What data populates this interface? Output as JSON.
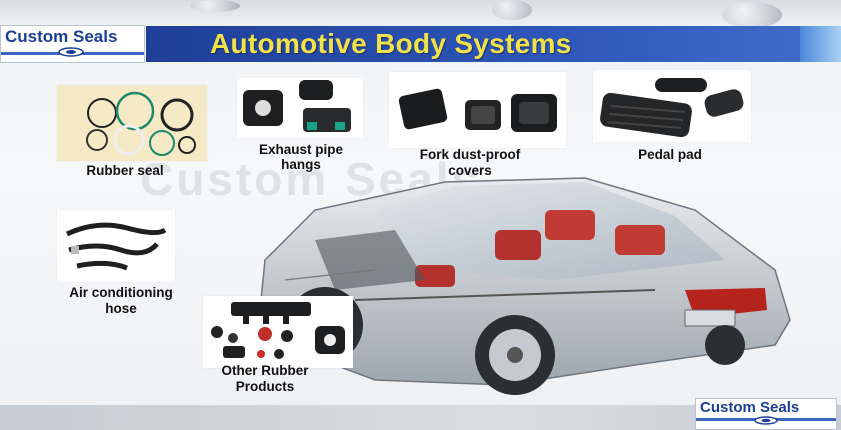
{
  "title": "Automotive Body Systems",
  "logo": {
    "brand": "Custom Seals"
  },
  "watermark": "Custom Seals",
  "products": [
    {
      "label": "Rubber seal"
    },
    {
      "label_line1": "Exhaust pipe",
      "label_line2": "hangs"
    },
    {
      "label_line1": "Fork dust-proof",
      "label_line2": "covers"
    },
    {
      "label": "Pedal pad"
    },
    {
      "label_line1": "Air conditioning",
      "label_line2": "hose"
    },
    {
      "label_line1": "Other Rubber",
      "label_line2": "Products"
    }
  ],
  "colors": {
    "banner": "#2e56b8",
    "title": "#f2e24a",
    "brand": "#1b3e95"
  }
}
